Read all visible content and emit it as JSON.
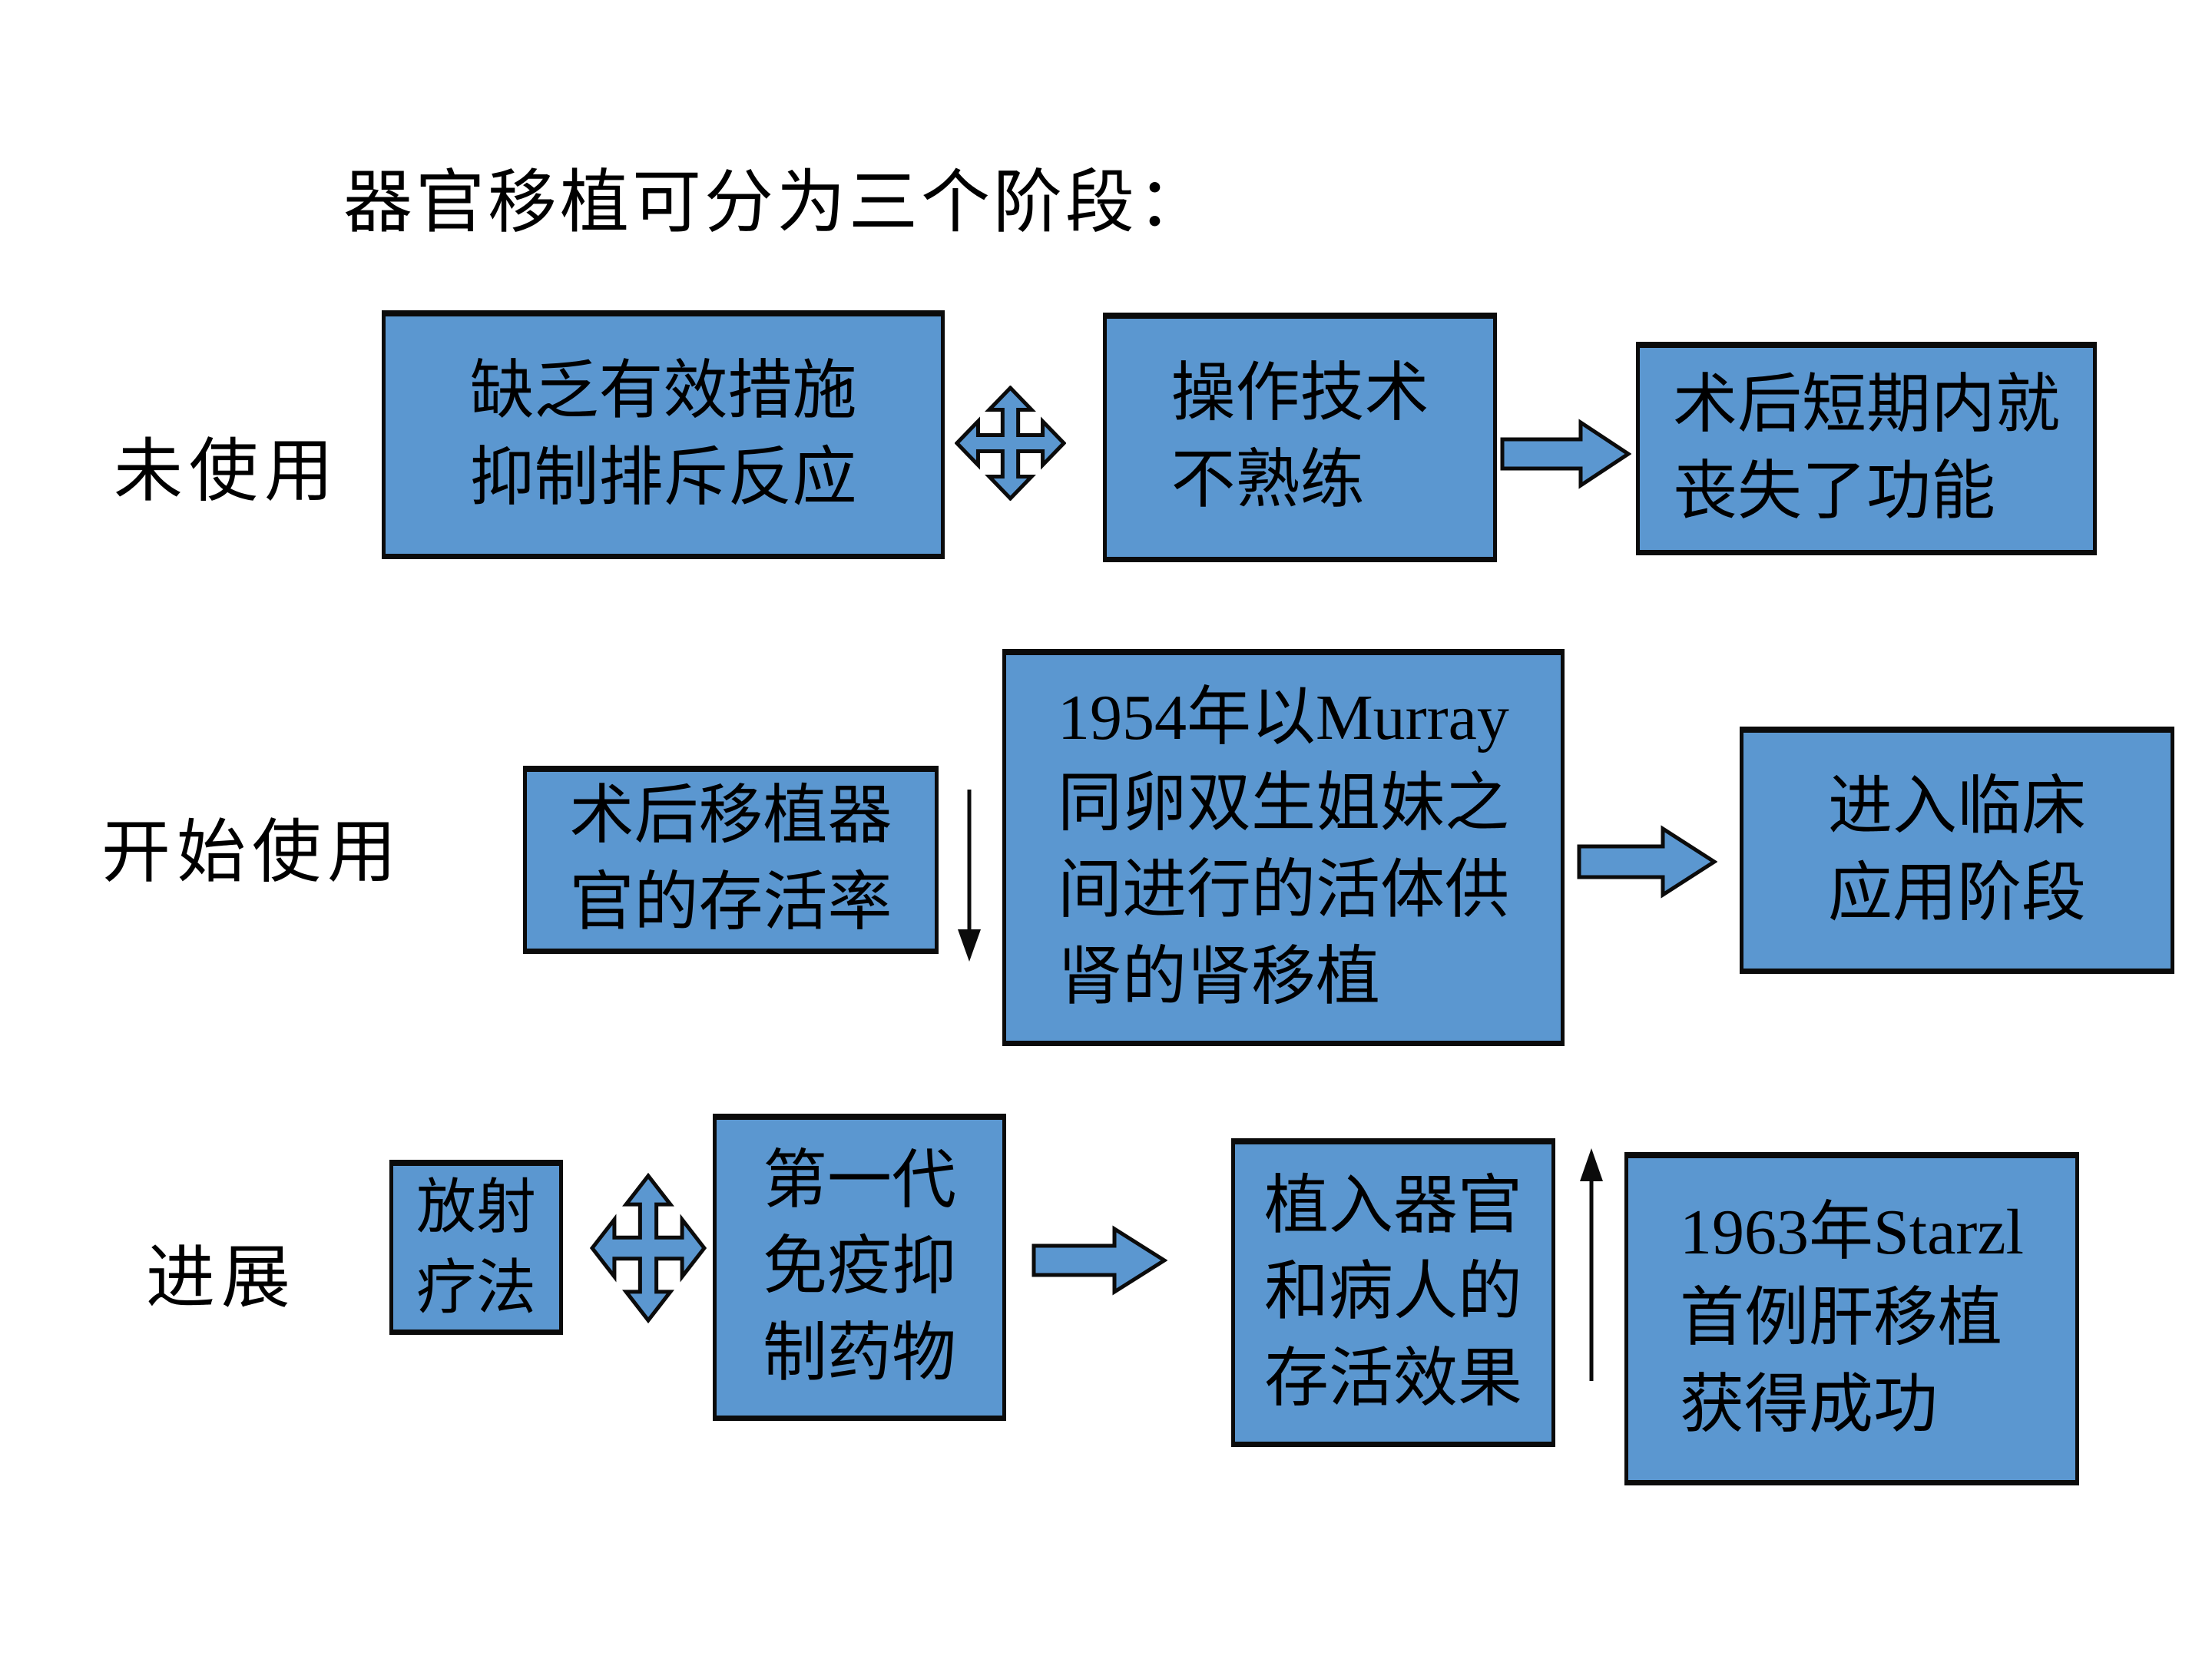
{
  "slide": {
    "title": "器官移植可分为三个阶段："
  },
  "colors": {
    "background": "#ffffff",
    "shape_fill": "#5b97d0",
    "shape_border": "#0b0b0b",
    "text": "#000000"
  },
  "rows": [
    {
      "label": "未使用",
      "boxes": [
        {
          "lines": [
            "缺乏有效措施",
            "抑制排斥反应"
          ]
        },
        {
          "lines": [
            "操作技术",
            "不熟练"
          ]
        },
        {
          "lines": [
            "术后短期内就",
            "丧失了功能"
          ]
        }
      ],
      "connectors": [
        "four-way-arrow",
        "right-block-arrow"
      ]
    },
    {
      "label": "开始使用",
      "boxes": [
        {
          "lines": [
            "术后移植器",
            "官的存活率"
          ]
        },
        {
          "lines": [
            "1954年以Murray",
            "同卵双生姐妹之",
            "间进行的活体供",
            "肾的肾移植"
          ]
        },
        {
          "lines": [
            "进入临床",
            "应用阶段"
          ]
        }
      ],
      "connectors": [
        "down-line-arrow",
        "right-block-arrow"
      ]
    },
    {
      "label": "进展",
      "boxes": [
        {
          "lines": [
            "放射",
            "疗法"
          ]
        },
        {
          "lines": [
            "第一代",
            "免疫抑",
            "制药物"
          ]
        },
        {
          "lines": [
            "植入器官",
            "和病人的",
            "存活效果"
          ]
        },
        {
          "lines": [
            "1963年Starzl",
            "首例肝移植",
            "获得成功"
          ]
        }
      ],
      "connectors": [
        "four-way-arrow",
        "right-block-arrow",
        "up-line-arrow"
      ]
    }
  ]
}
